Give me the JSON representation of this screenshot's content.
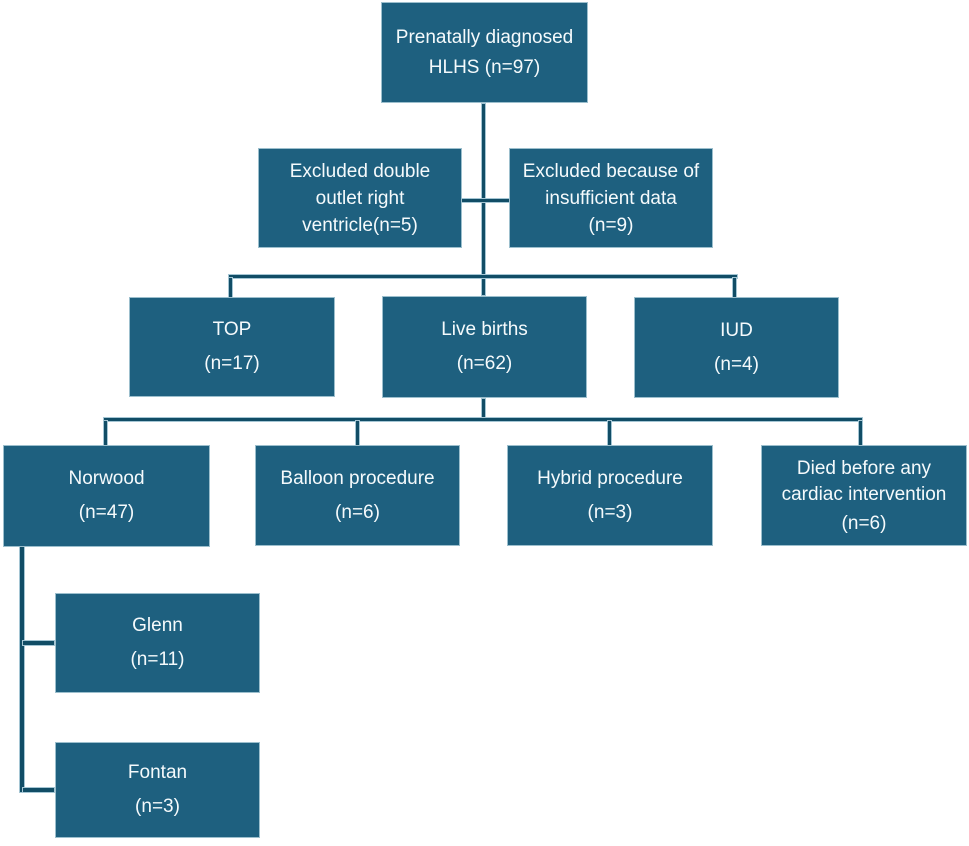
{
  "diagram_type": "flowchart",
  "colors": {
    "box_fill": "#1E607F",
    "box_border": "#9CBFCD",
    "connector": "#114D66",
    "connector_edge": "#A5C6D4",
    "text": "#F5FAFC",
    "background": "#FFFFFF"
  },
  "nodes": {
    "root": {
      "lines": [
        "Prenatally diagnosed",
        "HLHS (n=97)"
      ]
    },
    "excluded_dorv": {
      "lines": [
        "Excluded double",
        "outlet right",
        "ventricle(n=5)"
      ]
    },
    "excluded_insufficient": {
      "lines": [
        "Excluded because of",
        "insufficient data",
        "(n=9)"
      ]
    },
    "top": {
      "label": "TOP",
      "count": "(n=17)"
    },
    "live_births": {
      "label": "Live births",
      "count": "(n=62)"
    },
    "iud": {
      "label": "IUD",
      "count": "(n=4)"
    },
    "norwood": {
      "label": "Norwood",
      "count": "(n=47)"
    },
    "balloon": {
      "label": "Balloon procedure",
      "count": "(n=6)"
    },
    "hybrid": {
      "label": "Hybrid procedure",
      "count": "(n=3)"
    },
    "died": {
      "lines": [
        "Died before any",
        "cardiac intervention"
      ],
      "count": "(n=6)"
    },
    "glenn": {
      "label": "Glenn",
      "count": "(n=11)"
    },
    "fontan": {
      "label": "Fontan",
      "count": "(n=3)"
    }
  }
}
